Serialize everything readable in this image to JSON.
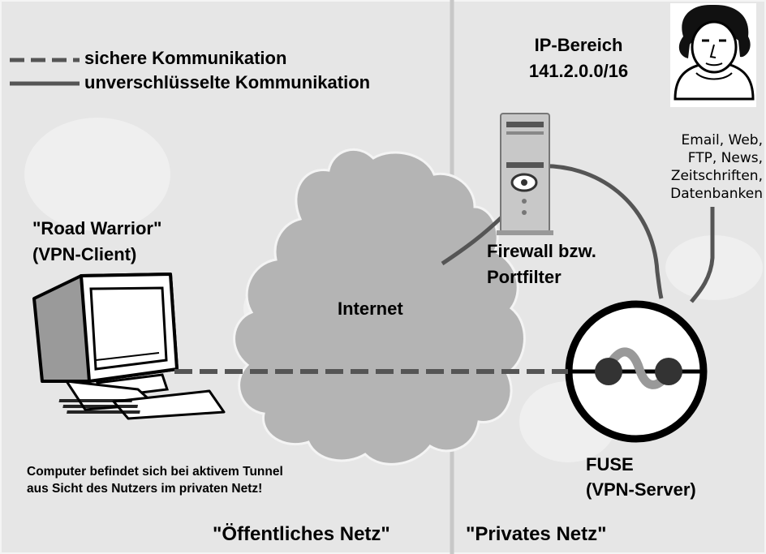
{
  "legend": {
    "secure": "sichere Kommunikation",
    "unencrypted": "unverschlüsselte Kommunikation"
  },
  "ip_range": {
    "title": "IP-Bereich",
    "value": "141.2.0.0/16"
  },
  "services": [
    "Email, Web,",
    "FTP, News,",
    "Zeitschriften,",
    "Datenbanken"
  ],
  "client": {
    "line1": "\"Road Warrior\"",
    "line2": "(VPN-Client)"
  },
  "internet": "Internet",
  "firewall": {
    "line1": "Firewall bzw.",
    "line2": "Portfilter"
  },
  "fuse": {
    "line1": "FUSE",
    "line2": "(VPN-Server)"
  },
  "note": {
    "line1": "Computer befindet sich bei aktivem Tunnel",
    "line2": "aus Sicht des Nutzers im privaten Netz!"
  },
  "zones": {
    "public": "\"Öffentliches Netz\"",
    "private": "\"Privates Netz\""
  },
  "colors": {
    "line": "#555555",
    "cloud": "#b4b4b4",
    "background": "#e6e6e6",
    "divider": "#c8c8c8",
    "ink": "#000000"
  }
}
